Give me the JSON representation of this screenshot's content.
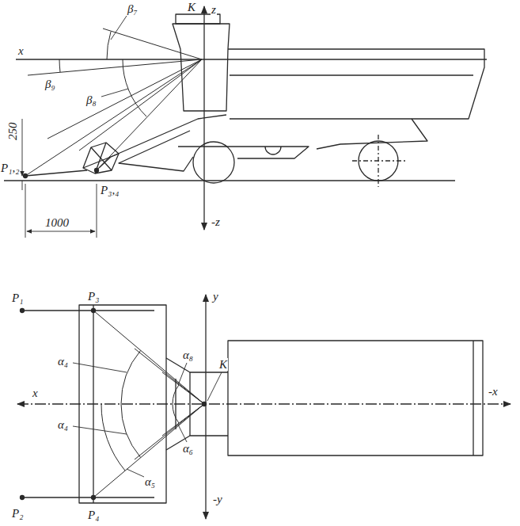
{
  "diagram": {
    "labels": [
      "K",
      "z",
      "x",
      "β₇",
      "β₉",
      "β₈",
      "250",
      "P₁,₂",
      "P₃,₄",
      "1000",
      "-z",
      "P₁",
      "P₃",
      "y",
      "K",
      "α₄",
      "α₈",
      "x",
      "-x",
      "α₄",
      "α₆",
      "α₅",
      "-y",
      "P₂",
      "P₄"
    ]
  }
}
